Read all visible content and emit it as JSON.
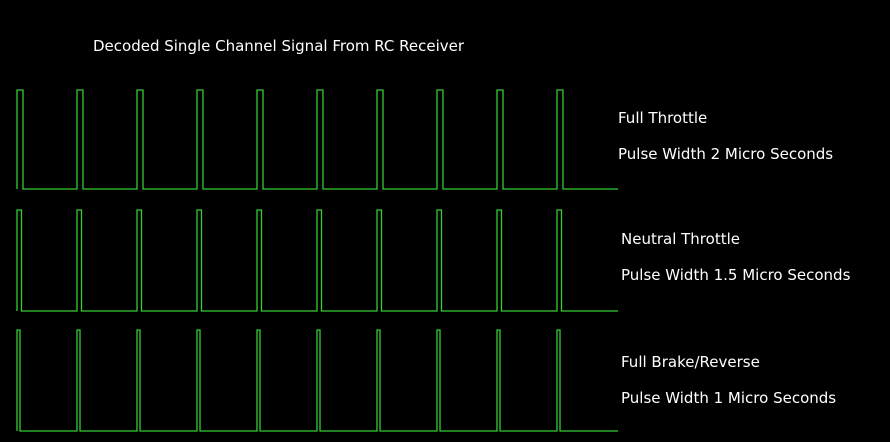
{
  "chart_data": {
    "type": "line",
    "title": "Decoded Single Channel Signal From RC Receiver",
    "line_color": "#33cc33",
    "background": "#000000",
    "pulses_per_trace": 10,
    "series": [
      {
        "name": "Full Throttle",
        "subtitle": "Pulse Width 2 Micro Seconds",
        "pulse_width_us": 2
      },
      {
        "name": "Neutral Throttle",
        "subtitle": "Pulse Width 1.5 Micro Seconds",
        "pulse_width_us": 1.5
      },
      {
        "name": "Full Brake/Reverse",
        "subtitle": "Pulse Width 1 Micro Seconds",
        "pulse_width_us": 1
      }
    ]
  }
}
